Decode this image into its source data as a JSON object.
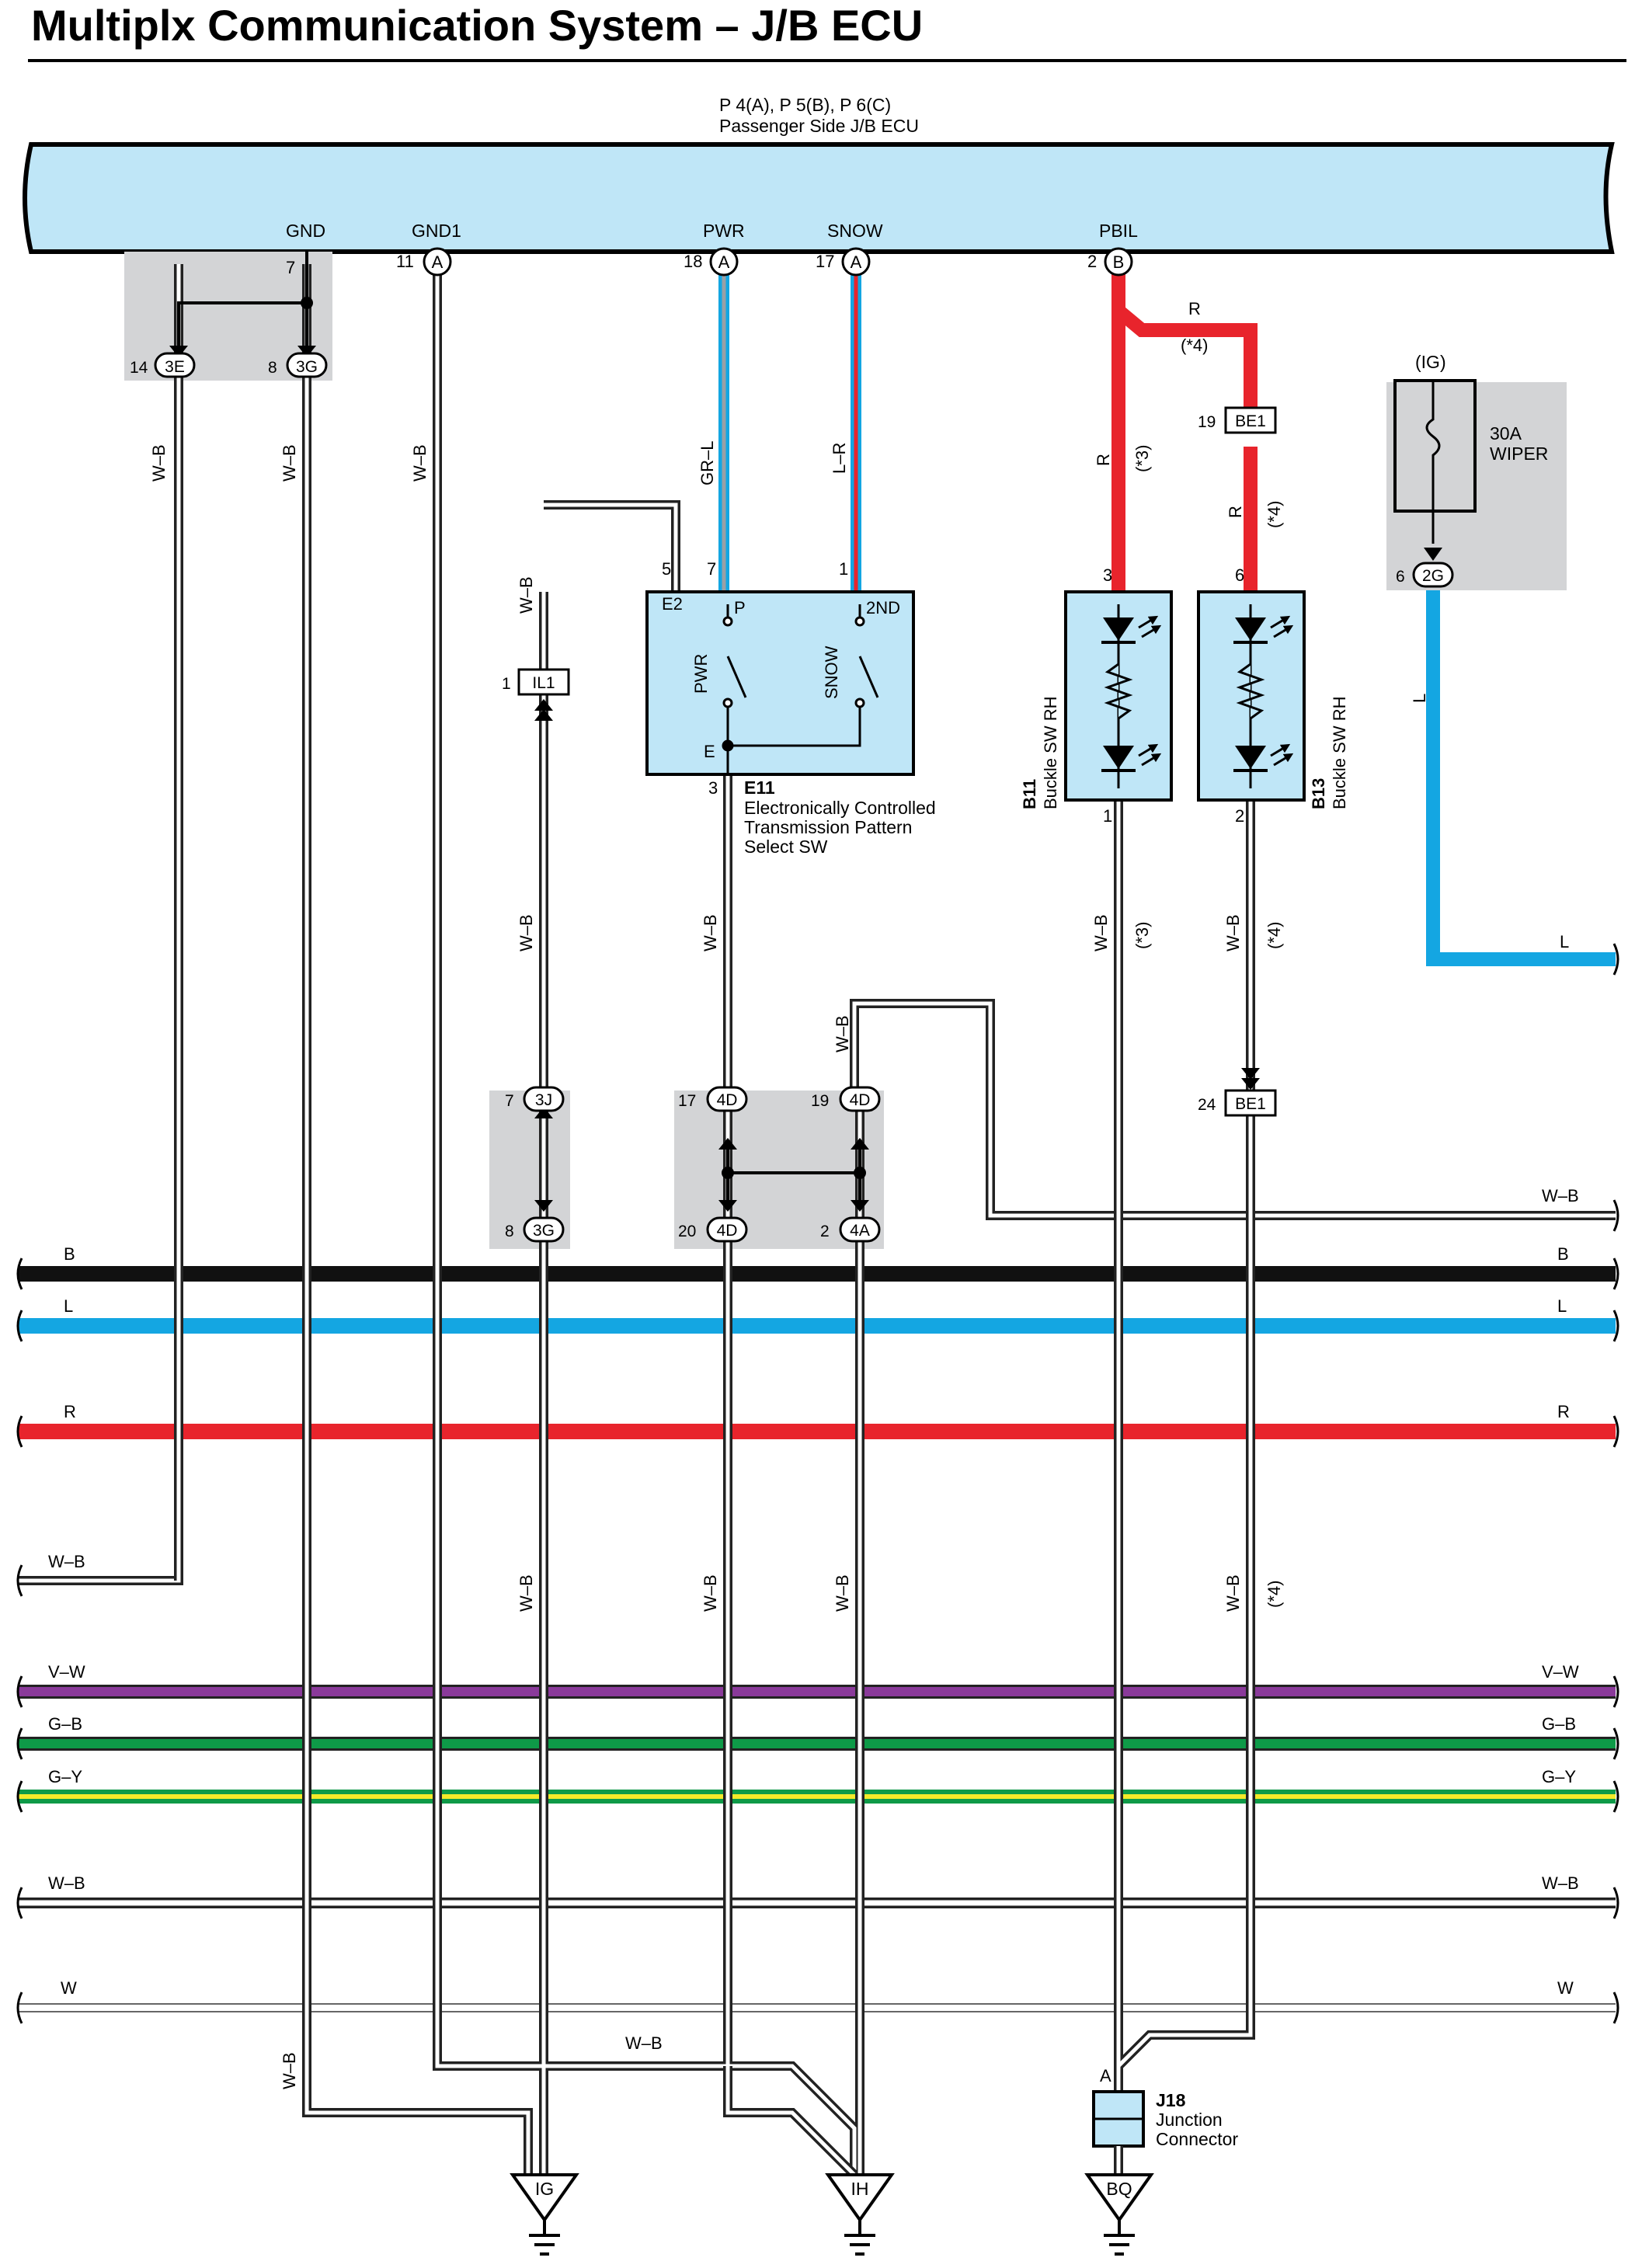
{
  "title": "Multiplx Communication System – J/B ECU",
  "ecu": {
    "connectors": "P 4(A), P 5(B), P 6(C)",
    "name": "Passenger Side J/B ECU",
    "pins": [
      {
        "label": "GND",
        "num": "7",
        "letter": ""
      },
      {
        "label": "GND1",
        "num": "11",
        "letter": "A"
      },
      {
        "label": "PWR",
        "num": "18",
        "letter": "A"
      },
      {
        "label": "SNOW",
        "num": "17",
        "letter": "A"
      },
      {
        "label": "PBIL",
        "num": "2",
        "letter": "B"
      }
    ]
  },
  "junction_connectors": [
    {
      "num": "14",
      "code": "3E"
    },
    {
      "num": "8",
      "code": "3G"
    },
    {
      "num": "7",
      "code": "3J"
    },
    {
      "num": "8",
      "code": "3G"
    },
    {
      "num": "17",
      "code": "4D"
    },
    {
      "num": "19",
      "code": "4D"
    },
    {
      "num": "20",
      "code": "4D"
    },
    {
      "num": "2",
      "code": "4A"
    },
    {
      "num": "6",
      "code": "2G"
    }
  ],
  "inline_connectors": [
    {
      "num": "1",
      "code": "IL1"
    },
    {
      "num": "19",
      "code": "BE1"
    },
    {
      "num": "24",
      "code": "BE1"
    }
  ],
  "wire_labels": {
    "wb": "W–B",
    "grl": "GR–L",
    "lr": "L–R",
    "r": "R",
    "l": "L",
    "b": "B",
    "vw": "V–W",
    "gb": "G–B",
    "gy": "G–Y",
    "w": "W",
    "star3": "(*3)",
    "star4": "(*4)"
  },
  "e11": {
    "code": "E11",
    "name_lines": [
      "Electronically Controlled",
      "Transmission Pattern",
      "Select SW"
    ],
    "pins": {
      "e2": "5",
      "p": "7",
      "second": "1",
      "e": "3"
    },
    "terms": {
      "e2": "E2",
      "p": "P",
      "second": "2ND",
      "e": "E"
    },
    "switches": {
      "pwr": "PWR",
      "snow": "SNOW"
    }
  },
  "b11": {
    "code": "B11",
    "name": "Buckle SW RH",
    "pin_top": "3",
    "pin_bottom": "1"
  },
  "b13": {
    "code": "B13",
    "name": "Buckle SW RH",
    "pin_top": "6",
    "pin_bottom": "2"
  },
  "fuse": {
    "supply": "(IG)",
    "amps": "30A",
    "name": "WIPER"
  },
  "j18": {
    "code": "J18",
    "name_lines": [
      "Junction",
      "Connector"
    ],
    "pin": "A"
  },
  "grounds": [
    "IG",
    "IH",
    "BQ"
  ],
  "colors": {
    "ecu_fill": "#bfe6f7",
    "gray_box": "#d3d4d6",
    "red": "#e8242c",
    "blue": "#14a6e2",
    "black": "#111111",
    "violet": "#8a3a9a",
    "green": "#0e9a48",
    "yellow": "#f4ea2a"
  }
}
